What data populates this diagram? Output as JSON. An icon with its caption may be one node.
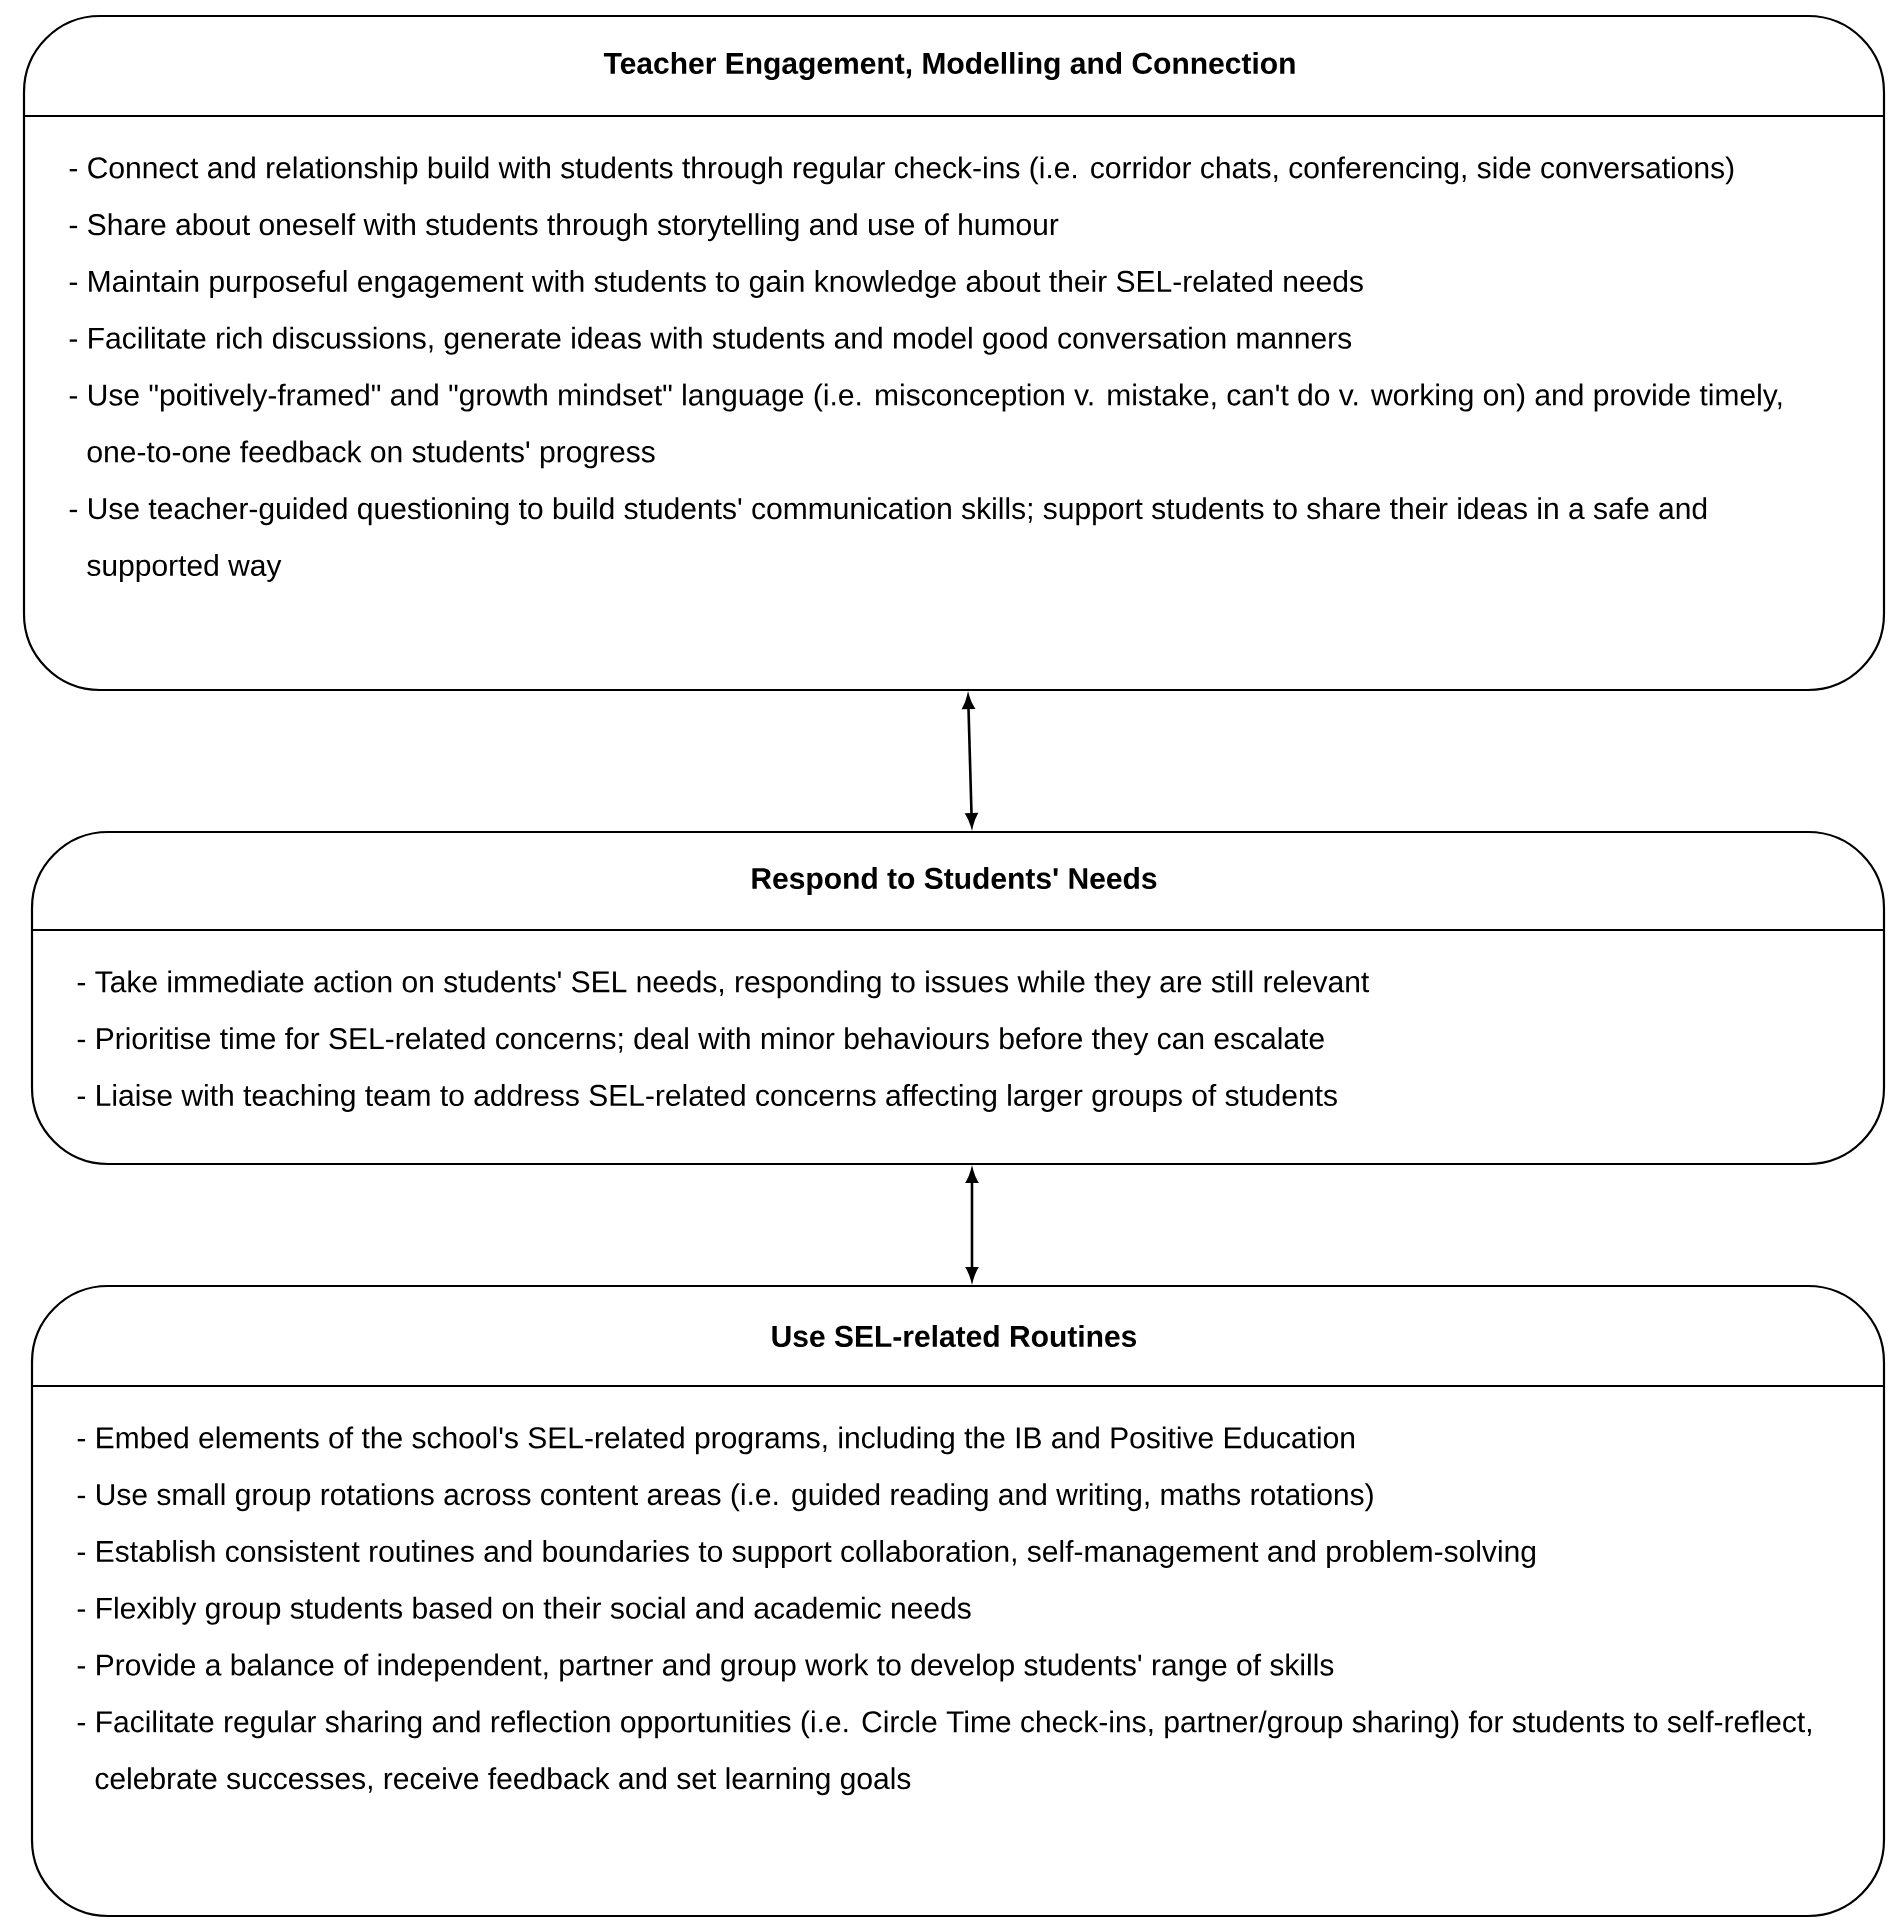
{
  "diagram": {
    "nodes": [
      {
        "text": [
          "Teacher Engagement, Modelling and Connection",
          "- Connect and relationship build with students through regular check-ins (i.e. corridor chats, conferencing, side conversations)",
          "- Share about oneself with students through storytelling and use of humour",
          "- Maintain purposeful engagement with students to gain knowledge about their SEL-related needs",
          "- Facilitate rich discussions, generate ideas with students and model good conversation manners",
          "- Use \"poitively-framed\" and \"growth mindset\" language (i.e. misconception v. mistake, can't do v. working on) and provide timely, one-to-one feedback on students' progress",
          "- Use teacher-guided questioning to build students' communication skills; support students to share their ideas in a safe and supported way"
        ]
      },
      {
        "text": [
          "Respond to Students' Needs",
          "- Take immediate action on students' SEL needs, responding to issues while they are still relevant",
          "- Prioritise time for SEL-related concerns; deal with minor behaviours before they can escalate",
          "- Liaise with teaching team to address SEL-related concerns affecting larger groups of students"
        ]
      },
      {
        "text": [
          "Use SEL-related Routines",
          "- Embed elements of the school's SEL-related programs, including the IB and Positive Education",
          "- Use small group rotations across content areas (i.e. guided reading and writing, maths rotations)",
          "- Establish consistent routines and boundaries to support collaboration, self-management and problem-solving",
          "- Flexibly group students based on their social and academic needs",
          "- Provide a balance of independent, partner and group work to develop students' range of skills",
          "- Facilitate regular sharing and reflection opportunities (i.e. Circle Time check-ins, partner/group sharing) for students to self-reflect, celebrate successes, receive feedback and set learning goals"
        ]
      }
    ],
    "edges": [
      {
        "from": 0,
        "to": 1,
        "arrow": "both"
      },
      {
        "from": 1,
        "to": 2,
        "arrow": "both"
      }
    ]
  }
}
